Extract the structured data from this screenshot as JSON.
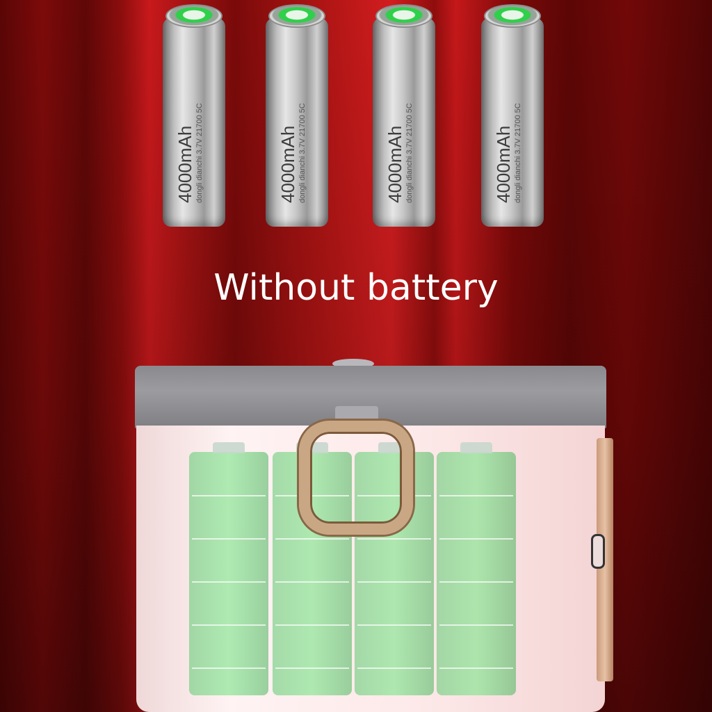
{
  "caption": "Without battery",
  "batteries": [
    {
      "capacity": "4000mAh",
      "spec": "dongli dianchi 3.7V 21700 5C"
    },
    {
      "capacity": "4000mAh",
      "spec": "dongli dianchi 3.7V 21700 5C"
    },
    {
      "capacity": "4000mAh",
      "spec": "dongli dianchi 3.7V 21700 5C"
    },
    {
      "capacity": "4000mAh",
      "spec": "dongli dianchi 3.7V 21700 5C"
    }
  ],
  "colors": {
    "background": "#a51313",
    "battery_cap_accent": "#2fd04a",
    "charge_cells": "#7fd88a",
    "ring": "#c9a785"
  }
}
